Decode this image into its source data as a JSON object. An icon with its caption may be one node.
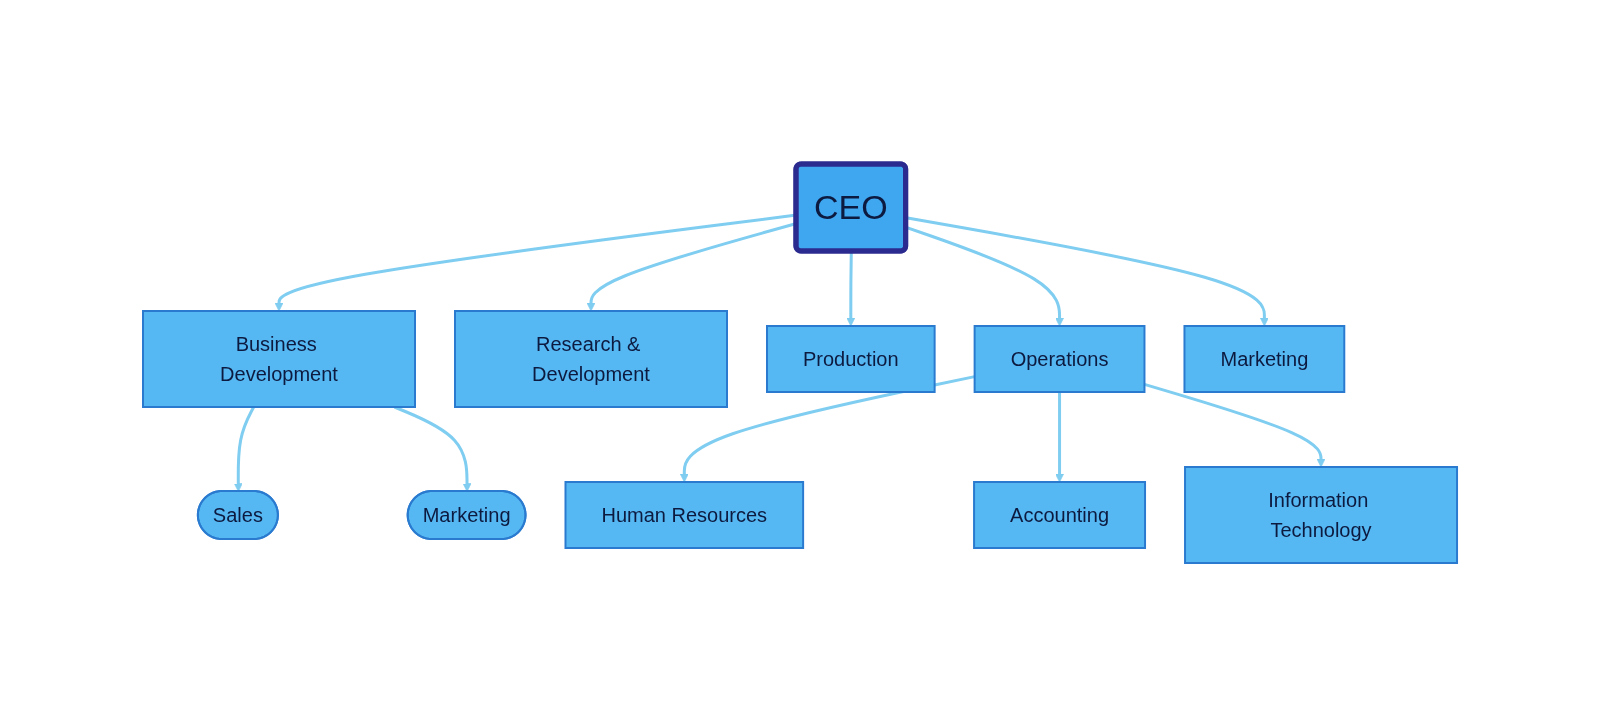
{
  "diagram": {
    "nodes": [
      {
        "text": [
          "CEO"
        ]
      },
      {
        "text": [
          "Business Development"
        ]
      },
      {
        "text": [
          "Research & Development"
        ]
      },
      {
        "text": [
          "Production"
        ]
      },
      {
        "text": [
          "Operations"
        ]
      },
      {
        "text": [
          "Marketing"
        ]
      },
      {
        "text": [
          "Sales"
        ]
      },
      {
        "text": [
          "Marketing"
        ]
      },
      {
        "text": [
          "Human Resources"
        ]
      },
      {
        "text": [
          "Accounting"
        ]
      },
      {
        "text": [
          "Information Technology"
        ]
      }
    ],
    "edges": [
      {
        "from": 0,
        "to": 1,
        "arrow": "to"
      },
      {
        "from": 0,
        "to": 2,
        "arrow": "to"
      },
      {
        "from": 0,
        "to": 3,
        "arrow": "to"
      },
      {
        "from": 0,
        "to": 4,
        "arrow": "to"
      },
      {
        "from": 0,
        "to": 5,
        "arrow": "to"
      },
      {
        "from": 1,
        "to": 6,
        "arrow": "to"
      },
      {
        "from": 1,
        "to": 7,
        "arrow": "to"
      },
      {
        "from": 4,
        "to": 8,
        "arrow": "to"
      },
      {
        "from": 4,
        "to": 9,
        "arrow": "to"
      },
      {
        "from": 4,
        "to": 10,
        "arrow": "to"
      }
    ]
  }
}
